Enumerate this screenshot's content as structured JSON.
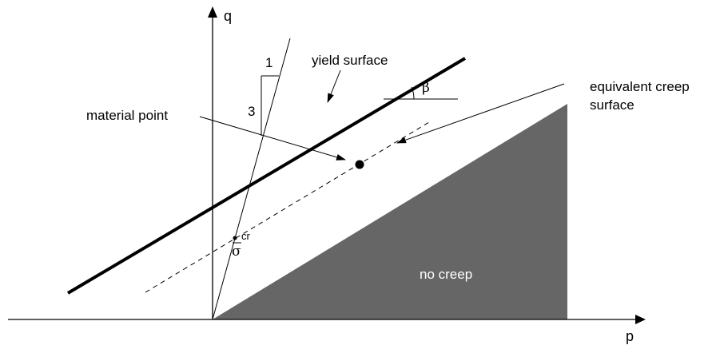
{
  "labels": {
    "q_axis": "q",
    "p_axis": "p",
    "yield_surface": "yield surface",
    "beta": "β",
    "equivalent_creep_surface_line1": "equivalent creep",
    "equivalent_creep_surface_line2": "surface",
    "material_point": "material point",
    "slope_run": "1",
    "slope_rise": "3",
    "sigma": "σ",
    "sigma_superscript": "cr",
    "no_creep": "no creep"
  },
  "colors": {
    "no_creep_region": "#666666",
    "line": "#000000",
    "no_creep_text": "#ffffff"
  }
}
